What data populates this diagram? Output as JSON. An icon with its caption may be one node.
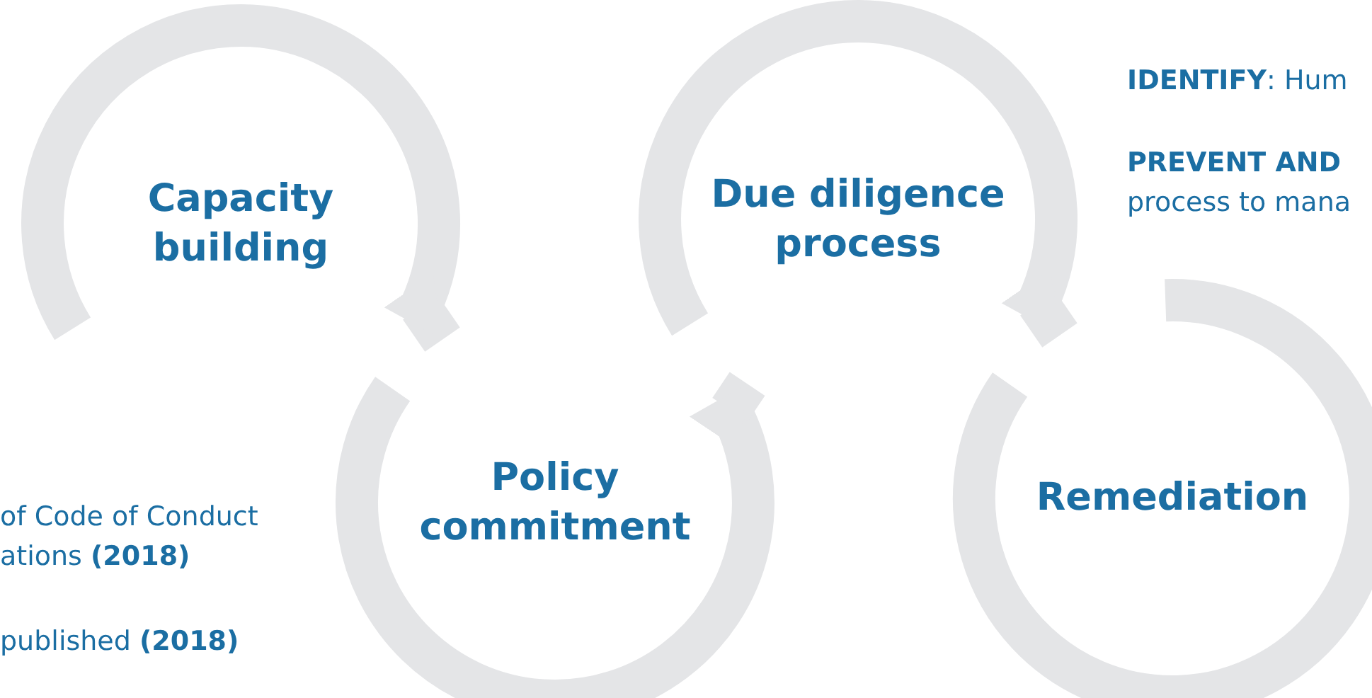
{
  "diagram": {
    "nodes": [
      {
        "text": [
          "Capacity building"
        ]
      },
      {
        "text": [
          "Policy commitment"
        ]
      },
      {
        "text": [
          "Due diligence process"
        ]
      },
      {
        "text": [
          "Remediation"
        ]
      }
    ],
    "edges": [
      {
        "from": 0,
        "to": 1,
        "arrow": "to"
      },
      {
        "from": 1,
        "to": 2,
        "arrow": "to"
      },
      {
        "from": 2,
        "to": 3,
        "arrow": "to"
      }
    ],
    "labels": [
      "**IDENTIFY**: Hum",
      "**PREVENT AND** process to mana",
      "of Code of Conduct ations **(2018)**",
      "published **(2018)**"
    ]
  }
}
